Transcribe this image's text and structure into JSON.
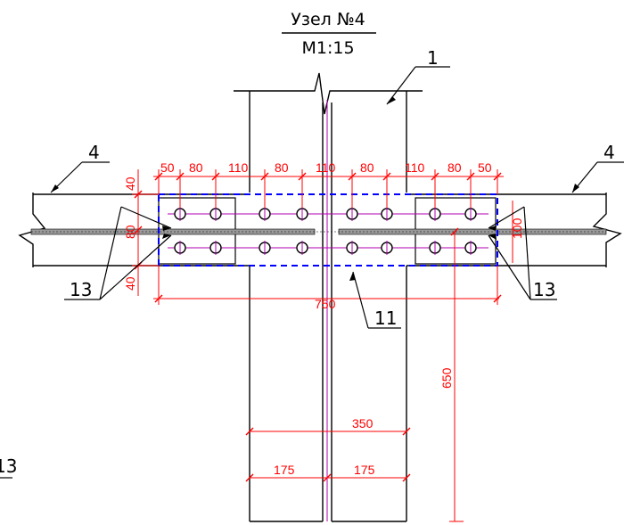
{
  "title": {
    "name": "Узел №4",
    "scale": "М1:15"
  },
  "leaders": {
    "column": "1",
    "beam_left": "4",
    "beam_right": "4",
    "plate": "11",
    "weld_left": "13",
    "weld_right": "13",
    "edge_fragment": "13"
  },
  "dimensions": {
    "bolt_spacing": [
      "50",
      "80",
      "110",
      "80",
      "110",
      "80",
      "110",
      "80",
      "50"
    ],
    "plate_length": "750",
    "vertical_left_top": "40",
    "vertical_left_middle": "80",
    "vertical_left_bottom": "40",
    "vertical_right": "100",
    "vertical_long": "650",
    "column_width": "350",
    "half_width_left": "175",
    "half_width_right": "175"
  },
  "colors": {
    "outline": "#000000",
    "dimension": "#ff0000",
    "hidden_plate": "#0000ff",
    "bolt_hole": "#b000b0",
    "weld_fill": "#9a9a9a"
  }
}
